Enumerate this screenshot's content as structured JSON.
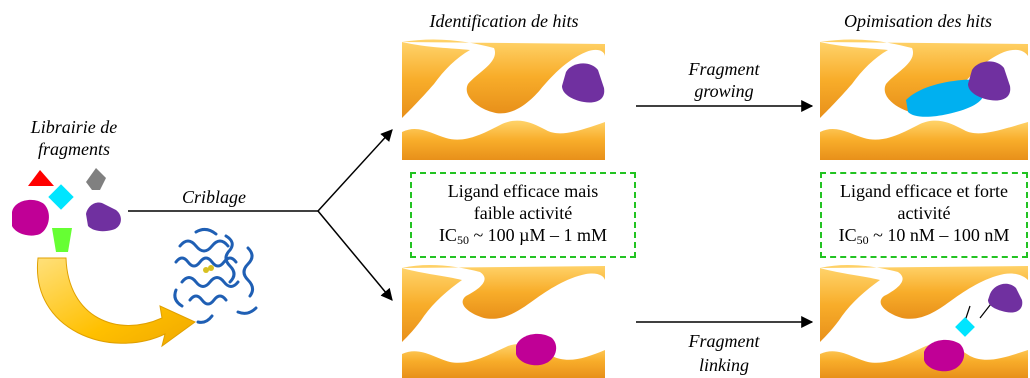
{
  "library": {
    "line1": "Librairie de",
    "line2": "fragments"
  },
  "screening": {
    "label": "Criblage"
  },
  "stage1": {
    "title": "Identification de hits"
  },
  "stage2": {
    "title": "Opimisation des hits"
  },
  "growing": {
    "line1": "Fragment",
    "line2": "growing"
  },
  "linking": {
    "line1": "Fragment",
    "line2": "linking"
  },
  "box_left": {
    "line1": "Ligand efficace mais",
    "line2": "faible activité",
    "ic_prefix": "IC",
    "ic_sub": "50",
    "ic_value": " ~ 100 µM – 1 mM"
  },
  "box_right": {
    "line1": "Ligand efficace et forte",
    "line2": "activité",
    "ic_prefix": "IC",
    "ic_sub": "50",
    "ic_value": " ~ 10 nM – 100 nM"
  },
  "colors": {
    "pocket": "#f6a623",
    "pocket_light": "#ffc74a",
    "purple": "#7030a0",
    "magenta": "#c00096",
    "cyan": "#00e5ff",
    "blue_linker": "#00b0f0",
    "red": "#ff0000",
    "grey": "#808080",
    "green": "#66ff33",
    "box_border": "#22c322",
    "protein": "#1f5fb4",
    "arrow_yellow": "#ffc000"
  }
}
